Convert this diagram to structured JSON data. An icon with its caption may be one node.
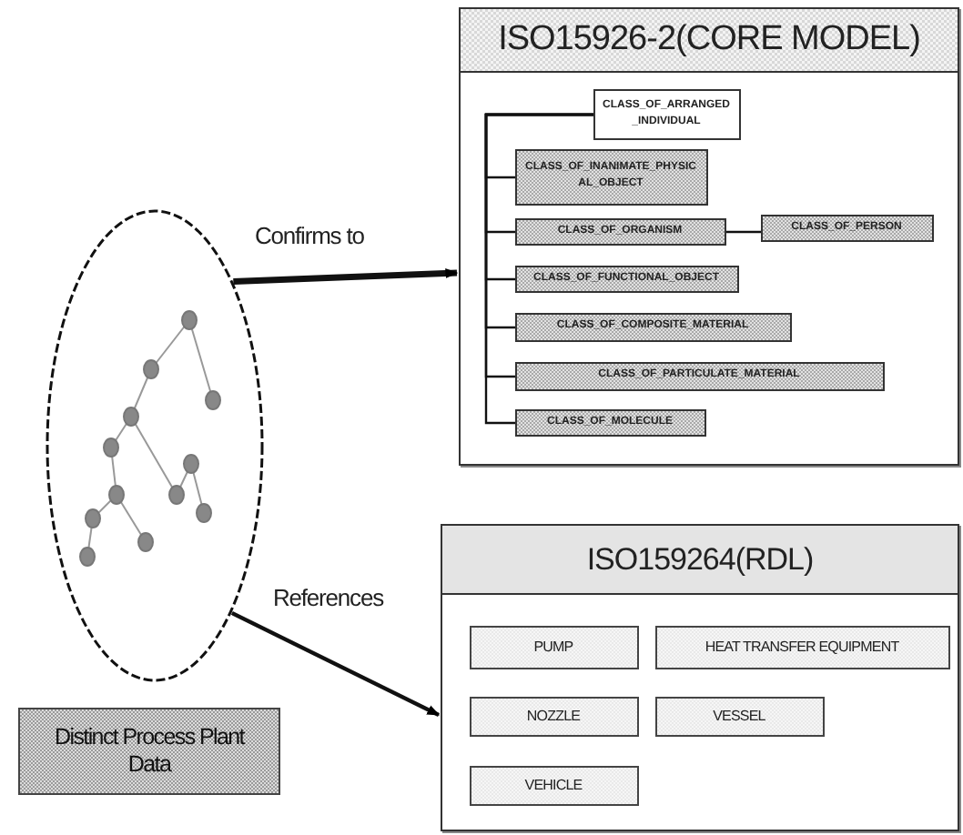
{
  "diagram": {
    "nodes": [
      {
        "text": [
          "ISO15926-2(CORE MODEL)"
        ]
      },
      {
        "text": [
          "CLASS_OF_ARRANGED_INDIVIDUAL"
        ],
        "in": 0
      },
      {
        "text": [
          "CLASS_OF_INANIMATE_PHYSICAL_OBJECT"
        ],
        "in": 0
      },
      {
        "text": [
          "CLASS_OF_ORGANISM"
        ],
        "in": 0
      },
      {
        "text": [
          "CLASS_OF_PERSON"
        ],
        "in": 0
      },
      {
        "text": [
          "CLASS_OF_FUNCTIONAL_OBJECT"
        ],
        "in": 0
      },
      {
        "text": [
          "CLASS_OF_COMPOSITE_MATERIAL"
        ],
        "in": 0
      },
      {
        "text": [
          "CLASS_OF_PARTICULATE_MATERIAL"
        ],
        "in": 0
      },
      {
        "text": [
          "CLASS_OF_MOLECULE"
        ],
        "in": 0
      },
      {
        "text": [
          "ISO159264(RDL)"
        ]
      },
      {
        "text": [
          "PUMP"
        ],
        "in": 9
      },
      {
        "text": [
          "HEAT TRANSFER EQUIPMENT"
        ],
        "in": 9
      },
      {
        "text": [
          "NOZZLE"
        ],
        "in": 9
      },
      {
        "text": [
          "VESSEL"
        ],
        "in": 9
      },
      {
        "text": [
          "VEHICLE"
        ],
        "in": 9
      },
      {
        "text": [],
        "shape": "ellipse"
      },
      {
        "text": [
          "Distinct Process Plant Data"
        ]
      }
    ],
    "edges": [
      {
        "from": 15,
        "to": 0,
        "arrow": "to",
        "label": "Confirms to",
        "style": "thick"
      },
      {
        "from": 15,
        "to": 9,
        "arrow": "to",
        "label": "References"
      },
      {
        "from": 1,
        "to": 2,
        "arrow": "none"
      },
      {
        "from": 1,
        "to": 3,
        "arrow": "none"
      },
      {
        "from": 1,
        "to": 5,
        "arrow": "none"
      },
      {
        "from": 1,
        "to": 6,
        "arrow": "none"
      },
      {
        "from": 1,
        "to": 7,
        "arrow": "none"
      },
      {
        "from": 1,
        "to": 8,
        "arrow": "none"
      },
      {
        "from": 3,
        "to": 4,
        "arrow": "none"
      }
    ]
  }
}
